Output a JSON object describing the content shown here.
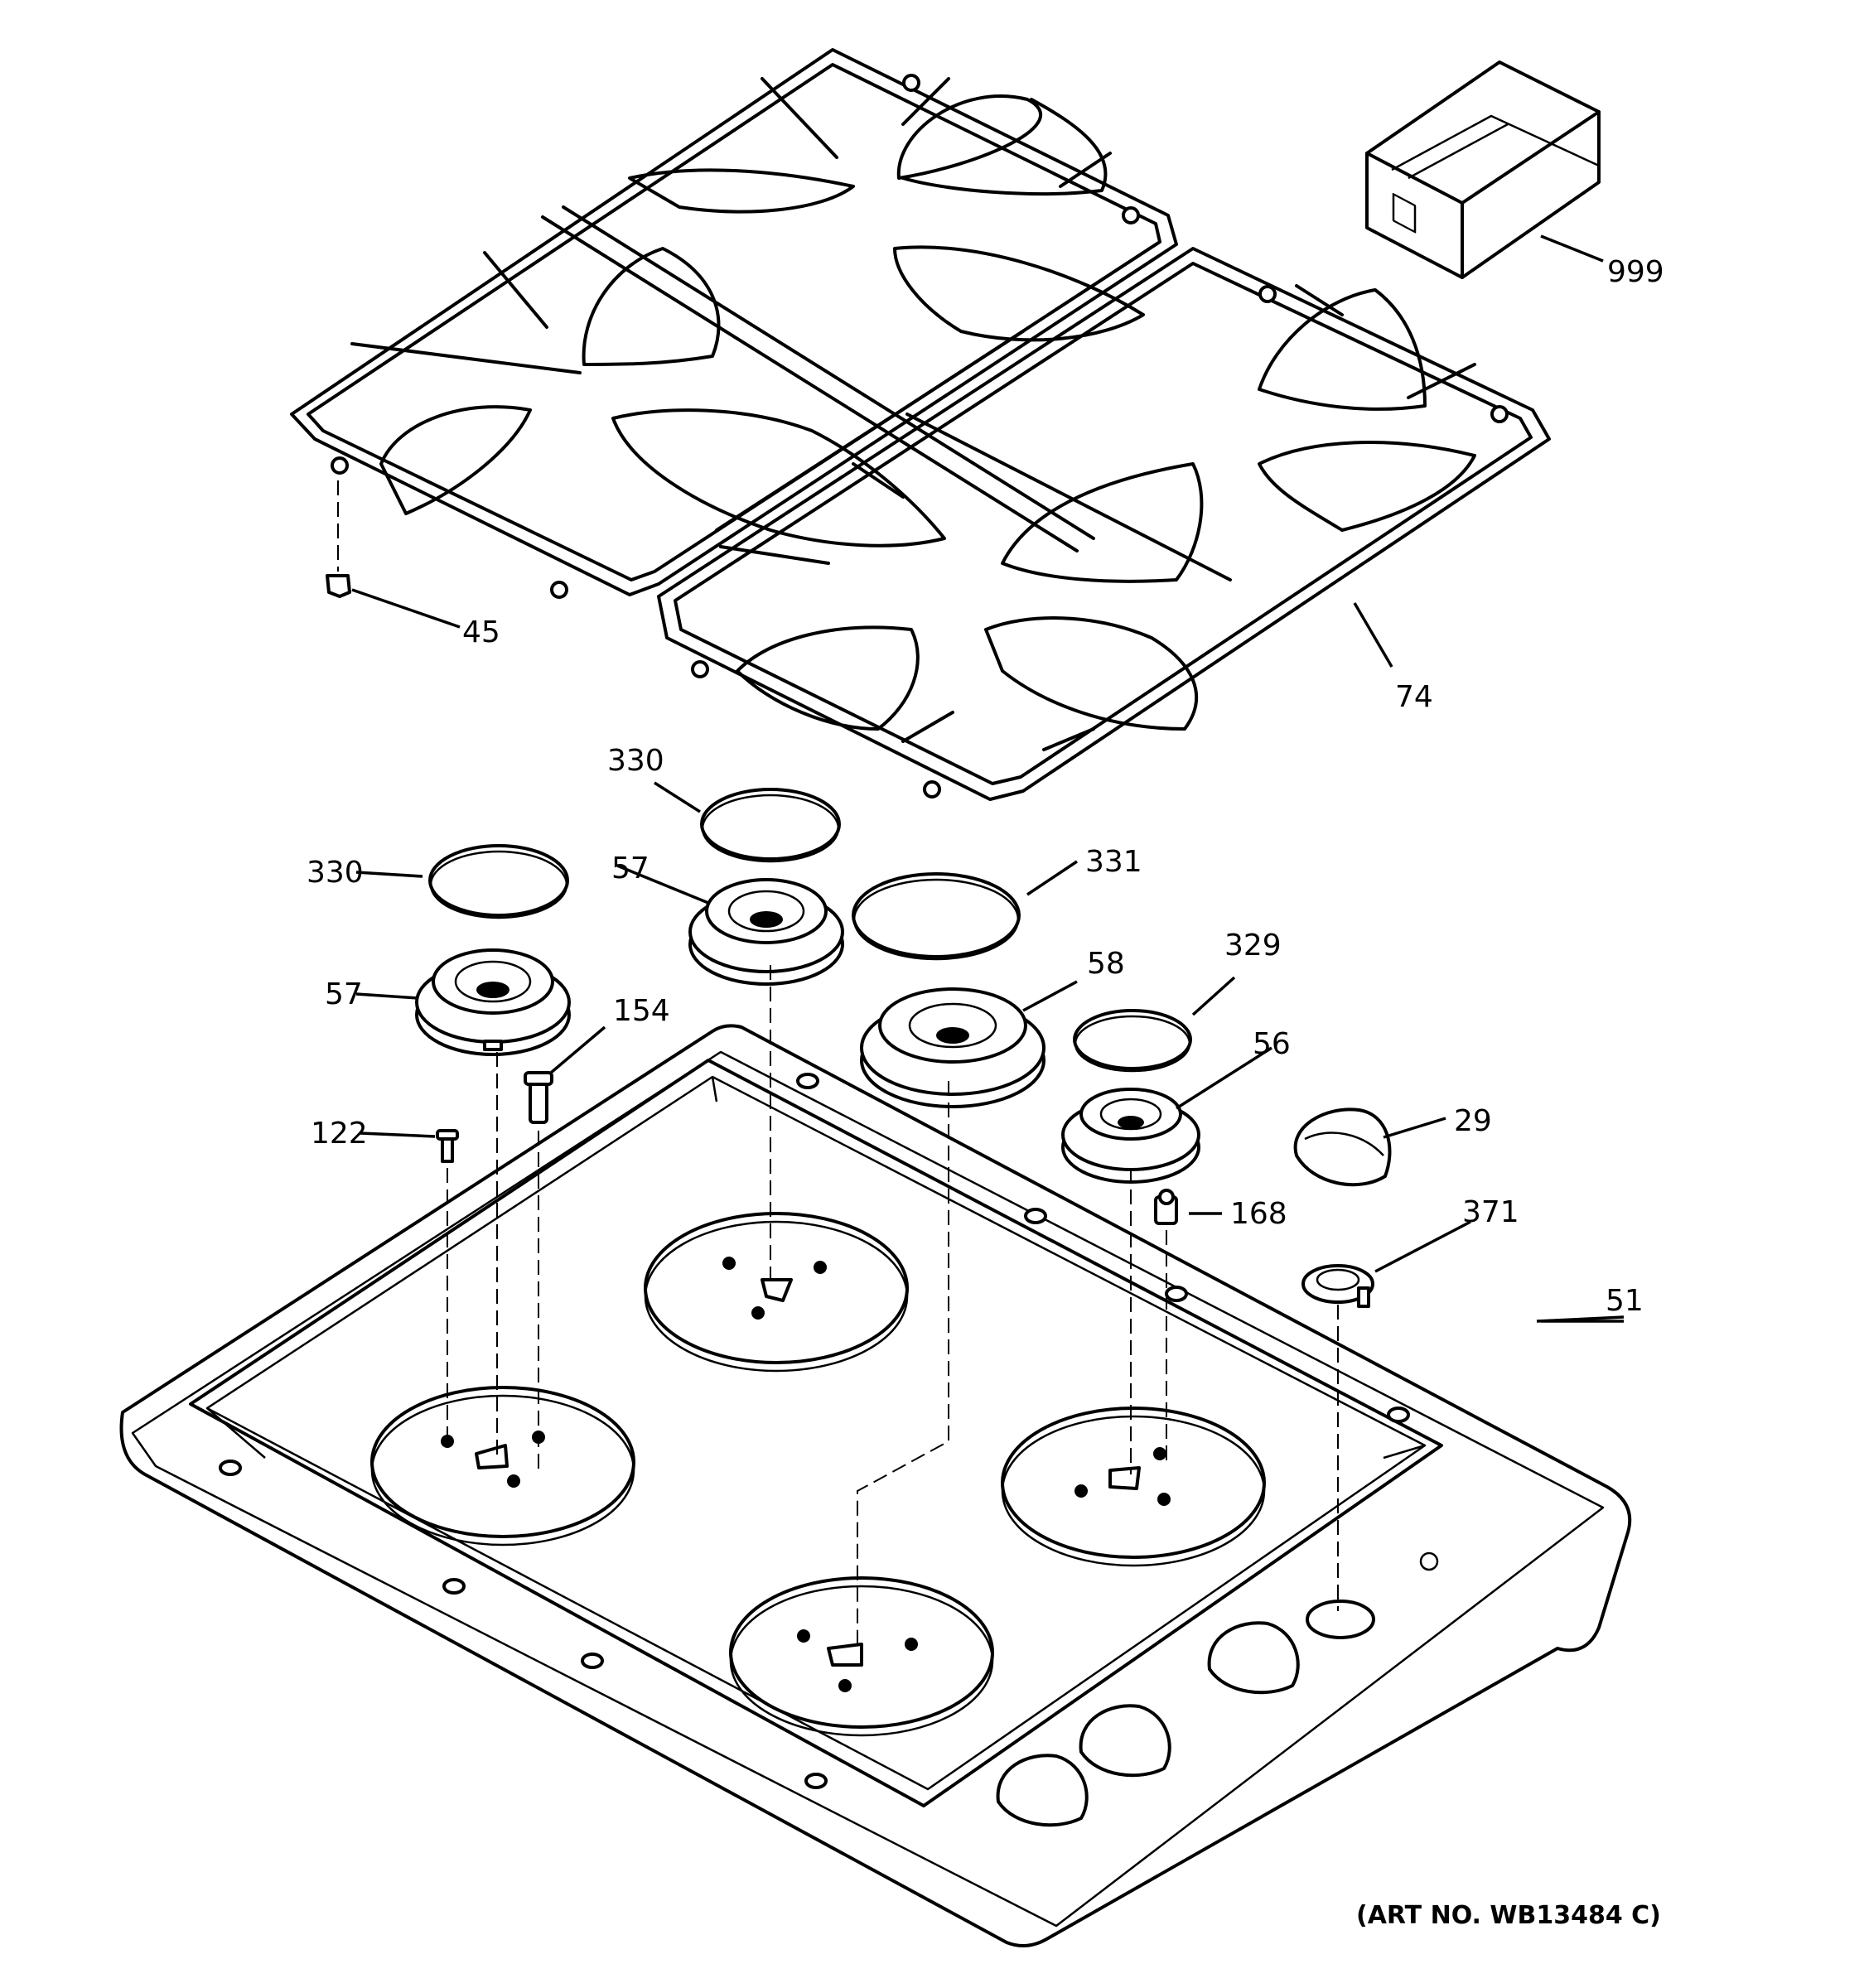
{
  "parts": {
    "p999": "999",
    "p45": "45",
    "p74": "74",
    "p330_top": "330",
    "p330_left": "330",
    "p57_mid": "57",
    "p57_left": "57",
    "p331": "331",
    "p58": "58",
    "p329": "329",
    "p56": "56",
    "p154": "154",
    "p122": "122",
    "p29": "29",
    "p168": "168",
    "p371": "371",
    "p51": "51"
  },
  "art_no": "(ART NO. WB13484 C)"
}
